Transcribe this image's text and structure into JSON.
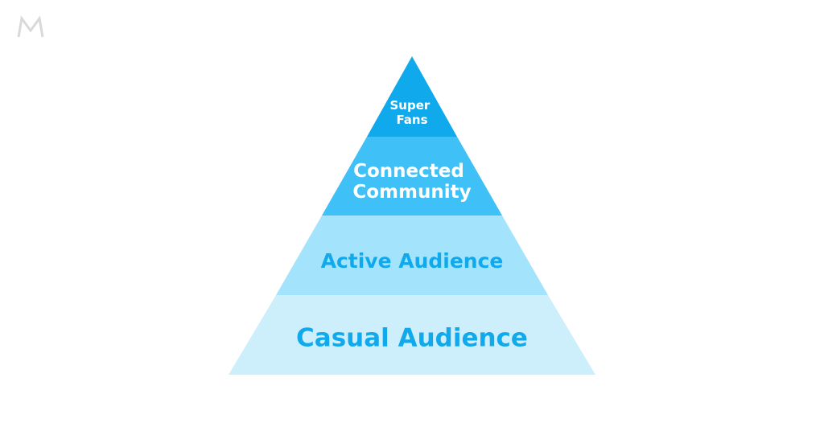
{
  "logo": {
    "icon": "m-logo-icon",
    "letter": "M",
    "color": "#d9d9d9"
  },
  "pyramid": {
    "tiers": [
      {
        "lines": [
          "Super",
          "Fans"
        ],
        "fill": "#10aaec",
        "text_color": "#ffffff"
      },
      {
        "lines": [
          "Connected",
          "Community"
        ],
        "fill": "#3fc0f6",
        "text_color": "#ffffff"
      },
      {
        "lines": [
          "Active Audience"
        ],
        "fill": "#a3e3fb",
        "text_color": "#10aaec"
      },
      {
        "lines": [
          "Casual Audience"
        ],
        "fill": "#cdeffc",
        "text_color": "#10aaec"
      }
    ]
  }
}
